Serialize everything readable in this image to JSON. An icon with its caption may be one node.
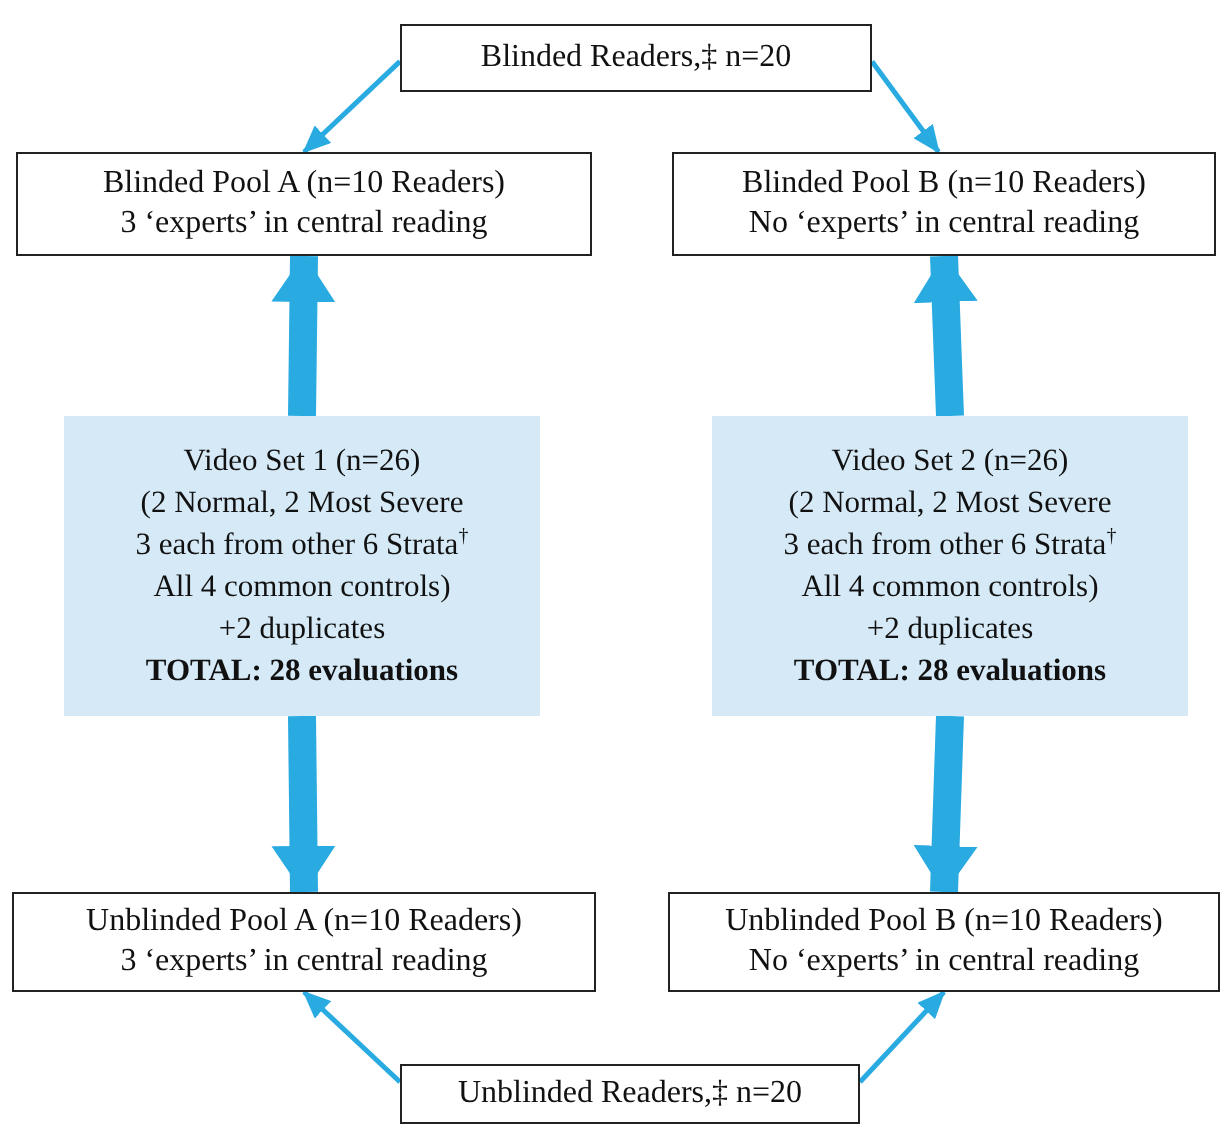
{
  "diagram": {
    "nodes": [
      {
        "text": [
          "Blinded Readers,‡ n=20"
        ]
      },
      {
        "text": [
          "Blinded Pool A (n=10 Readers)",
          "3 ‘experts’ in central reading"
        ]
      },
      {
        "text": [
          "Blinded Pool B (n=10 Readers)",
          "No ‘experts’ in central reading"
        ]
      },
      {
        "text": [
          "Video Set 1 (n=26)",
          "(2 Normal, 2 Most Severe",
          "3 each from other 6 Strata$^{†}$",
          "All 4 common controls)",
          "+2 duplicates",
          "TOTAL: 28 evaluations"
        ]
      },
      {
        "text": [
          "Video Set 2 (n=26)",
          "(2 Normal, 2 Most Severe",
          "3 each from other 6 Strata$^{†}$",
          "All 4 common controls)",
          "+2 duplicates",
          "TOTAL: 28 evaluations"
        ]
      },
      {
        "text": [
          "Unblinded Pool A (n=10 Readers)",
          "3 ‘experts’ in central reading"
        ]
      },
      {
        "text": [
          "Unblinded Pool B (n=10 Readers)",
          "No ‘experts’ in central reading"
        ]
      },
      {
        "text": [
          "Unblinded Readers,‡ n=20"
        ]
      }
    ],
    "edges": [
      {
        "from": 0,
        "to": 1,
        "arrow": "to"
      },
      {
        "from": 0,
        "to": 2,
        "arrow": "to"
      },
      {
        "from": 3,
        "to": 1,
        "arrow": "to",
        "style": "thick"
      },
      {
        "from": 3,
        "to": 5,
        "arrow": "to",
        "style": "thick"
      },
      {
        "from": 4,
        "to": 2,
        "arrow": "to",
        "style": "thick"
      },
      {
        "from": 4,
        "to": 6,
        "arrow": "to",
        "style": "thick"
      },
      {
        "from": 7,
        "to": 5,
        "arrow": "to"
      },
      {
        "from": 7,
        "to": 6,
        "arrow": "to"
      }
    ]
  }
}
